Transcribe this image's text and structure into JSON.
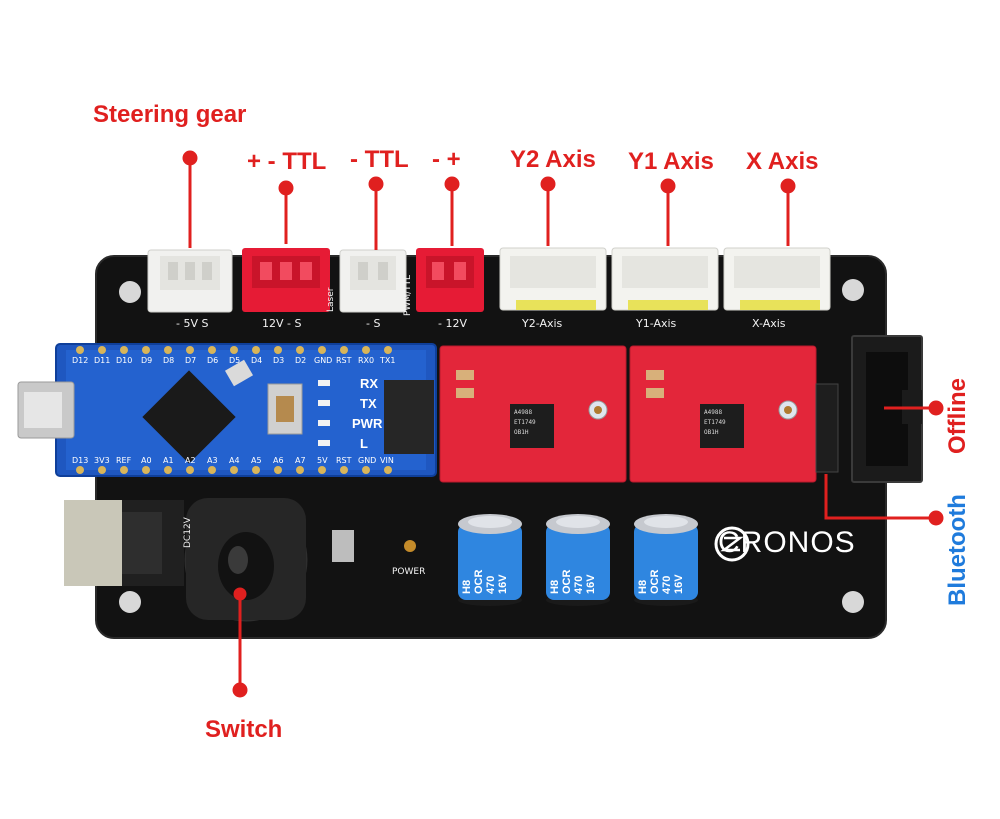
{
  "callouts": {
    "steering_gear": "Steering gear",
    "ttl_power": "+ - TTL",
    "ttl": "- TTL",
    "power_12v": "- +",
    "y2_axis": "Y2 Axis",
    "y1_axis": "Y1 Axis",
    "x_axis": "X Axis",
    "offline": "Offline",
    "bluetooth": "Bluetooth",
    "switch": "Switch"
  },
  "board_silkscreen": {
    "steering": "- 5V S",
    "ttl_power": "12V - S",
    "ttl_small": "Laser",
    "ttl": "- S",
    "pwm_ttl": "PWM/TTL",
    "power12": "- 12V",
    "y2": "Y2-Axis",
    "y1": "Y1-Axis",
    "x": "X-Axis",
    "dc": "DC12V",
    "power_led": "POWER"
  },
  "nano": {
    "top_pins": [
      "D12",
      "D11",
      "D10",
      "D9",
      "D8",
      "D7",
      "D6",
      "D5",
      "D4",
      "D3",
      "D2",
      "GND",
      "RST",
      "RX0",
      "TX1"
    ],
    "bottom_pins": [
      "D13",
      "3V3",
      "REF",
      "A0",
      "A1",
      "A2",
      "A3",
      "A4",
      "A5",
      "A6",
      "A7",
      "5V",
      "RST",
      "GND",
      "VIN"
    ],
    "leds": [
      "RX",
      "TX",
      "PWR",
      "L"
    ]
  },
  "drivers": {
    "chip_text": [
      "A4988",
      "ET1749",
      "OB1H"
    ]
  },
  "capacitors": {
    "line1": "H8",
    "line2": "OCR",
    "line3": "470",
    "line4": "16V"
  },
  "brand": "CRONOS"
}
